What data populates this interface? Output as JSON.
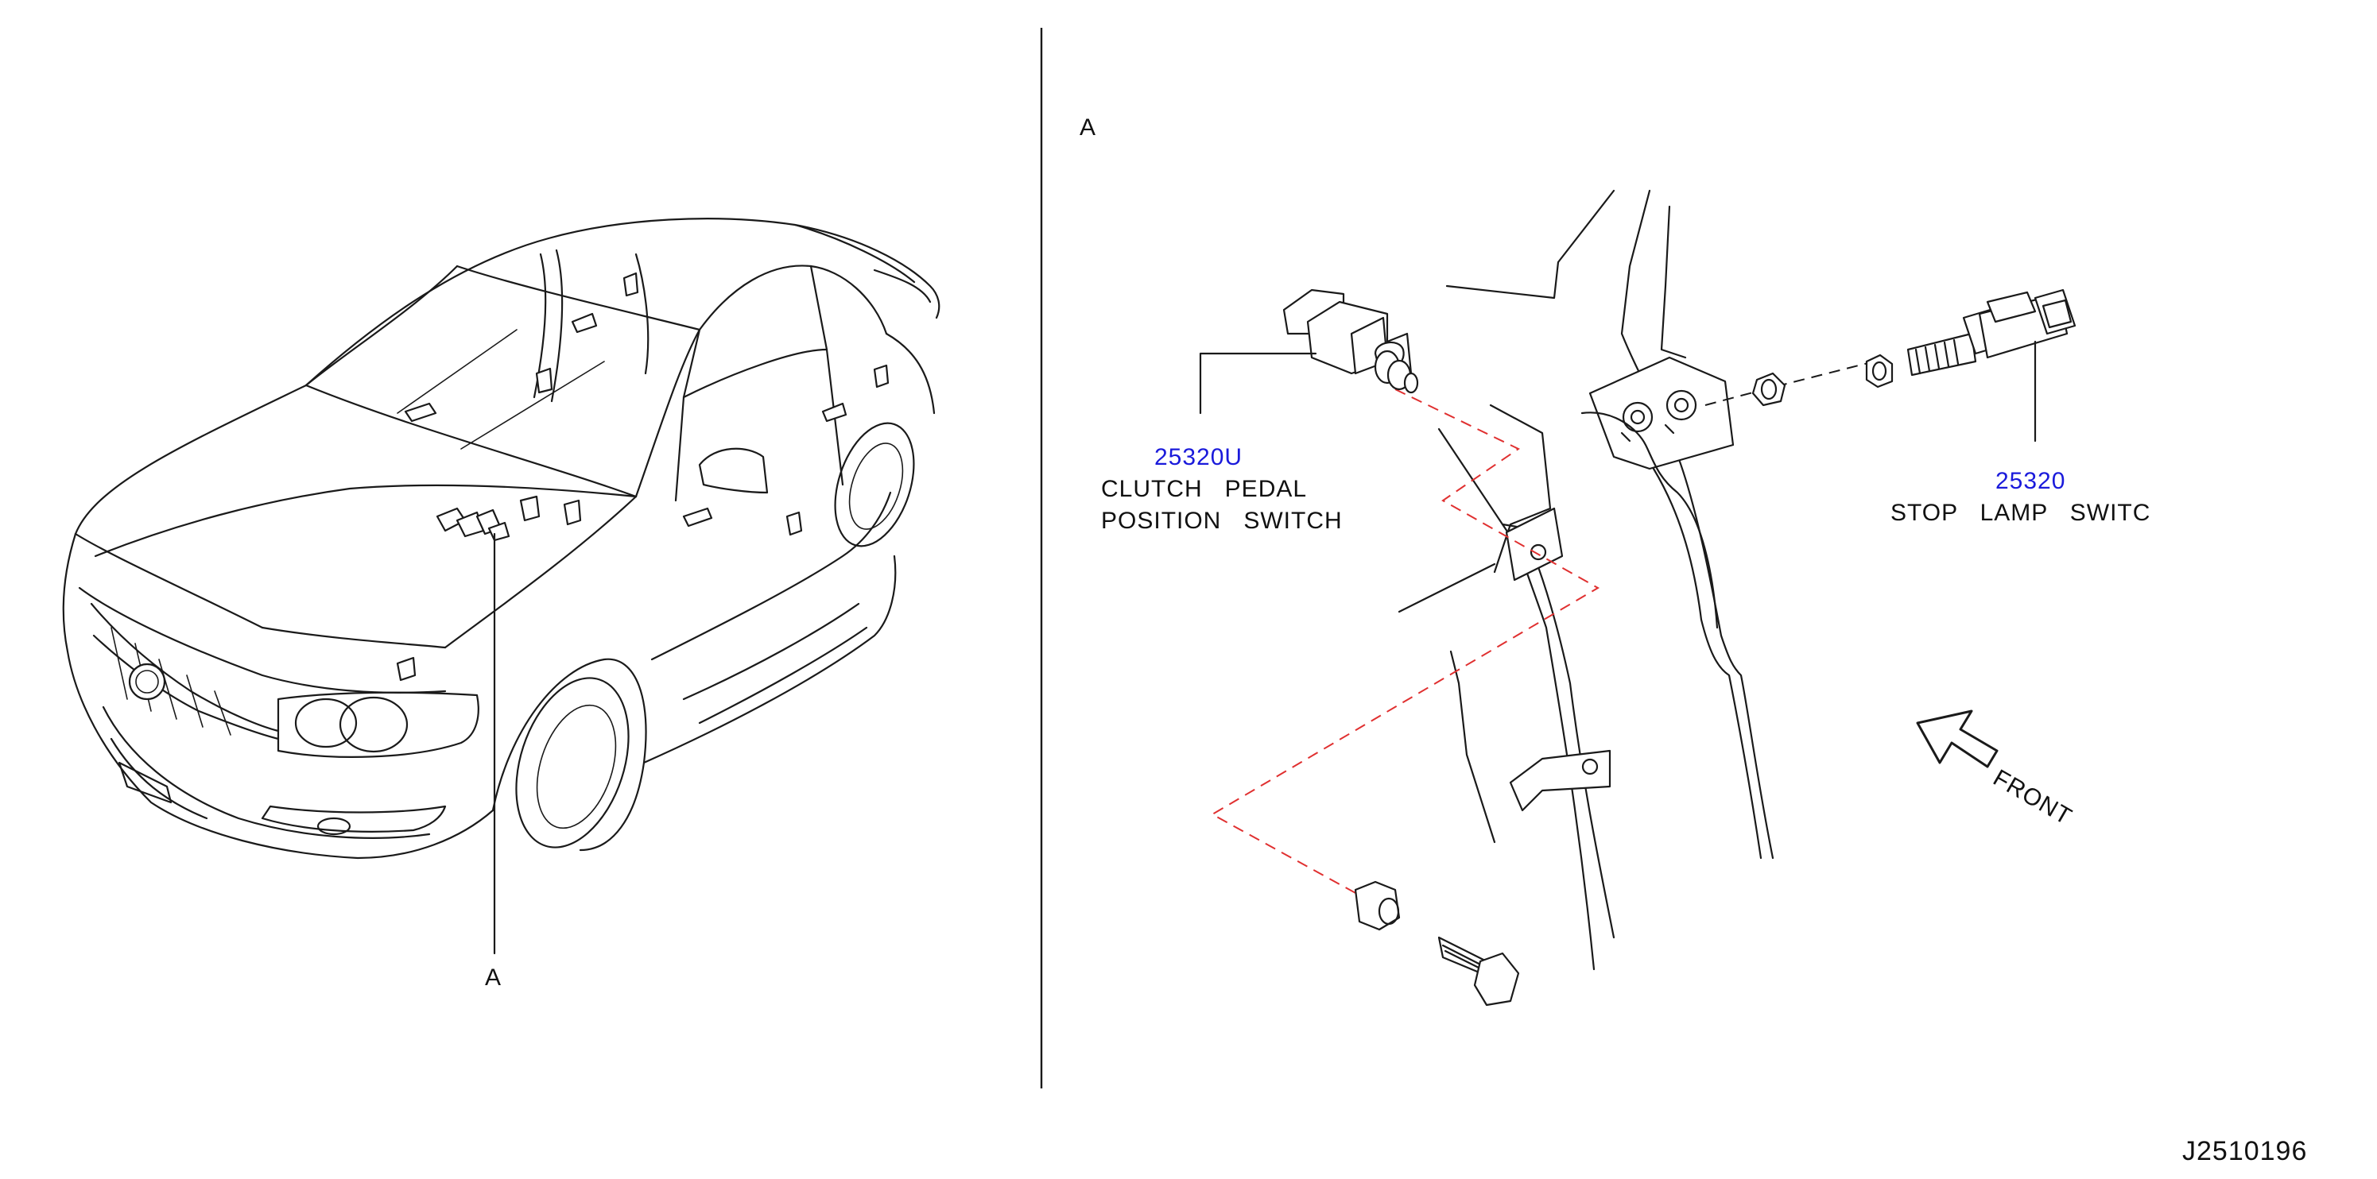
{
  "detail_marker": "A",
  "car_callout": "A",
  "clutch_switch": {
    "part_number": "25320U",
    "name_line1": "CLUTCH   PEDAL",
    "name_line2": "POSITION   SWITCH"
  },
  "stop_lamp_switch": {
    "part_number": "25320",
    "name_line1": "STOP   LAMP   SWITC"
  },
  "direction_label": "FRONT",
  "diagram_code": "J2510196",
  "colors": {
    "part_number": "#1a1adb",
    "line": "#1a1a1a",
    "dashed_guide": "#e03030",
    "background": "#ffffff"
  },
  "icons": [
    "front-arrow-icon"
  ]
}
